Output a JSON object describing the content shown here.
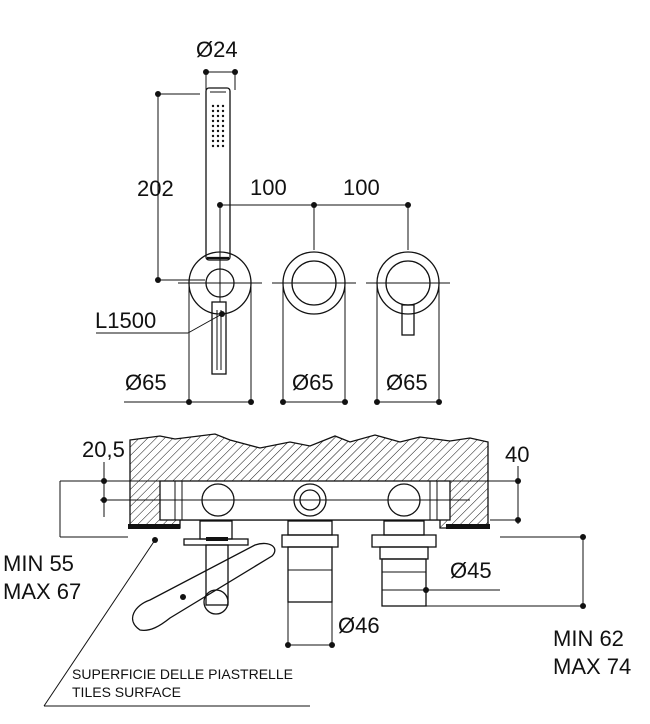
{
  "top_view": {
    "dim_handshower_diameter": "Ø24",
    "dim_handshower_height": "202",
    "dim_spacing_1": "100",
    "dim_spacing_2": "100",
    "dim_hose_length": "L1500",
    "dim_rosette_1": "Ø65",
    "dim_rosette_2": "Ø65",
    "dim_rosette_3": "Ø65"
  },
  "section_view": {
    "dim_offset": "20,5",
    "dim_wall_depth": "40",
    "dim_min_left": "MIN 55",
    "dim_max_left": "MAX 67",
    "dim_body_diameter": "Ø45",
    "dim_body_diameter_2": "Ø46",
    "dim_min_right": "MIN 62",
    "dim_max_right": "MAX 74",
    "surface_label_it": "SUPERFICIE DELLE PIASTRELLE",
    "surface_label_en": "TILES SURFACE"
  }
}
